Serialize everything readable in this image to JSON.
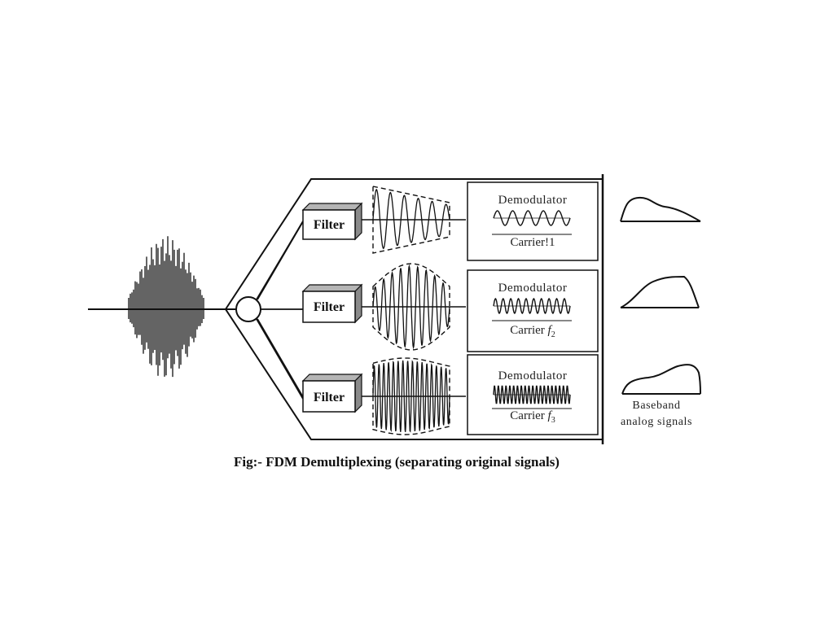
{
  "figure": {
    "caption": "Fig:- FDM Demultiplexing (separating original signals)"
  },
  "channels": [
    {
      "filter_label": "Filter",
      "demodulator_label": "Demodulator",
      "carrier_label": "Carrier!1"
    },
    {
      "filter_label": "Filter",
      "demodulator_label": "Demodulator",
      "carrier_prefix": "Carrier ",
      "carrier_symbol": "f",
      "carrier_sub": "2"
    },
    {
      "filter_label": "Filter",
      "demodulator_label": "Demodulator",
      "carrier_prefix": "Carrier ",
      "carrier_symbol": "f",
      "carrier_sub": "3"
    }
  ],
  "output": {
    "label_line1": "Baseband",
    "label_line2": "analog signals"
  },
  "colors": {
    "ink": "#111111",
    "box_face": "#ffffff",
    "box_top": "#b5b5b5",
    "box_side": "#8a8a8a"
  }
}
